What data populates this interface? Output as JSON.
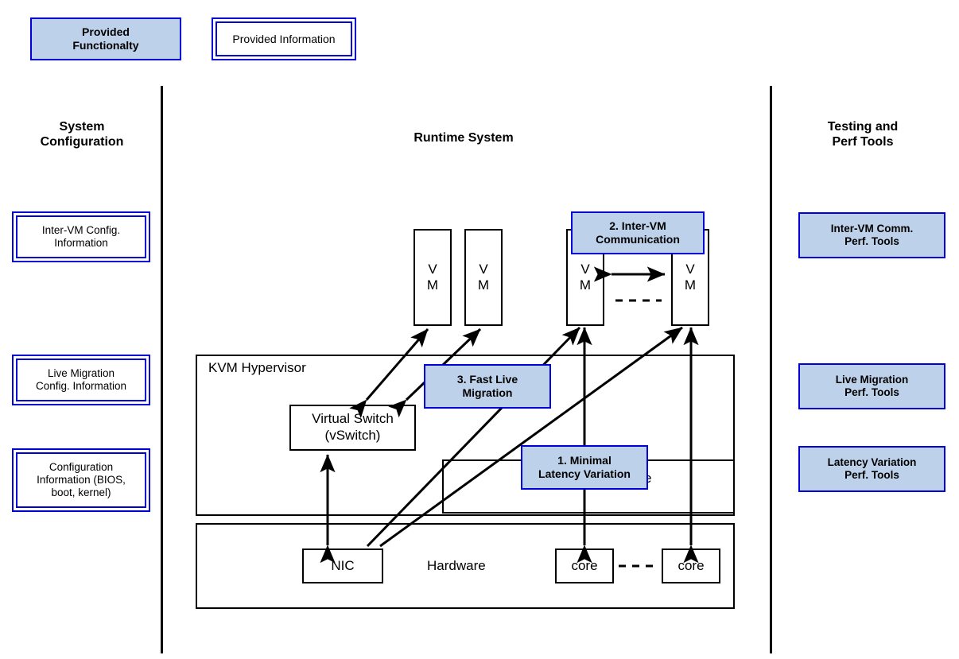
{
  "legend": {
    "functionality": "Provided\nFunctionalty",
    "functionality_line1": "Provided",
    "functionality_line2": "Functionalty",
    "information": "Provided Information"
  },
  "columns": {
    "left": {
      "title_line1": "System",
      "title_line2": "Configuration",
      "items": [
        {
          "line1": "Inter-VM Config.",
          "line2": "Information"
        },
        {
          "line1": "Live Migration",
          "line2": "Config. Information"
        },
        {
          "line1": "Configuration",
          "line2": "Information (BIOS,",
          "line3": "boot, kernel)"
        }
      ]
    },
    "center": {
      "title": "Runtime System"
    },
    "right": {
      "title_line1": "Testing and",
      "title_line2": "Perf Tools",
      "items": [
        {
          "line1": "Inter-VM Comm.",
          "line2": "Perf. Tools"
        },
        {
          "line1": "Live Migration",
          "line2": "Perf. Tools"
        },
        {
          "line1": "Latency Variation",
          "line2": "Perf. Tools"
        }
      ]
    }
  },
  "runtime": {
    "vms": [
      {
        "l1": "V",
        "l2": "M"
      },
      {
        "l1": "V",
        "l2": "M"
      },
      {
        "l1": "V",
        "l2": "M"
      },
      {
        "l1": "V",
        "l2": "M"
      }
    ],
    "hypervisor_label": "KVM Hypervisor",
    "vswitch_line1": "Virtual Switch",
    "vswitch_line2": "(vSwitch)",
    "hidden_inner_box_text": "e",
    "hardware_label": "Hardware",
    "nic_label": "NIC",
    "core_left_label": "core",
    "core_right_label": "core"
  },
  "callouts": [
    {
      "id": "inter-vm-communication",
      "line1": "2. Inter-VM",
      "line2": "Communication"
    },
    {
      "id": "fast-live-migration",
      "line1": "3. Fast Live",
      "line2": "Migration"
    },
    {
      "id": "minimal-latency-variation",
      "line1": "1. Minimal",
      "line2": "Latency Variation"
    }
  ],
  "colors": {
    "fill_blue": "#bdd1ea",
    "border_blue": "#0000d8",
    "line_black": "#000000",
    "background": "#ffffff"
  }
}
